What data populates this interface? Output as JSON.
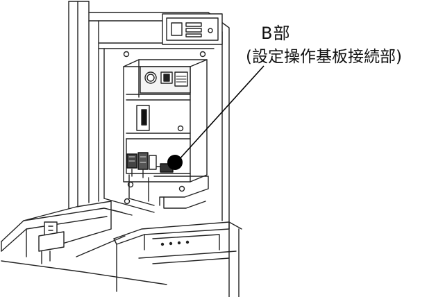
{
  "callout": {
    "title": "B部",
    "subtitle": "(設定操作基板接続部)"
  },
  "colors": {
    "line": "#222222",
    "face": "#ffffff",
    "panel": "#f2f2f2",
    "dark": "#111111",
    "marker": "#000000"
  },
  "icons": [
    "unit-panel",
    "power-switch",
    "connector",
    "callout-dot"
  ]
}
